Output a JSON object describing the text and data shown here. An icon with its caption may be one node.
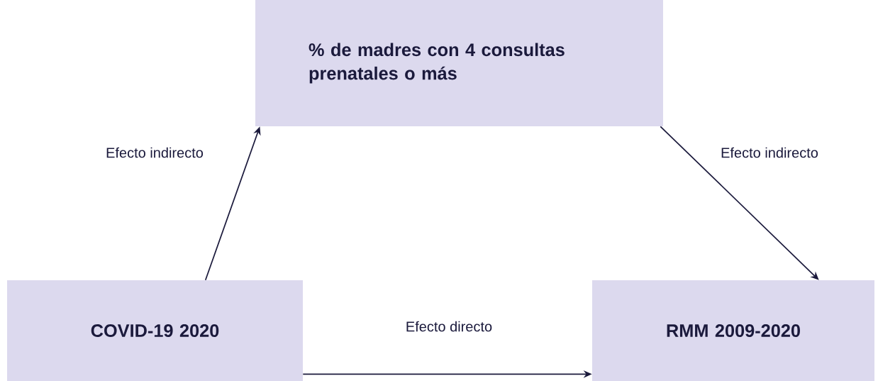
{
  "diagram": {
    "nodes": [
      {
        "text": [
          "% de madres con 4 consultas prenatales o más"
        ]
      },
      {
        "text": [
          "COVID-19 2020"
        ]
      },
      {
        "text": [
          "RMM 2009-2020"
        ]
      }
    ],
    "edges": [
      {
        "from": 1,
        "to": 0,
        "arrow": "to",
        "label": "Efecto indirecto"
      },
      {
        "from": 0,
        "to": 2,
        "arrow": "to",
        "label": "Efecto indirecto"
      },
      {
        "from": 1,
        "to": 2,
        "arrow": "to",
        "label": "Efecto directo"
      }
    ]
  }
}
